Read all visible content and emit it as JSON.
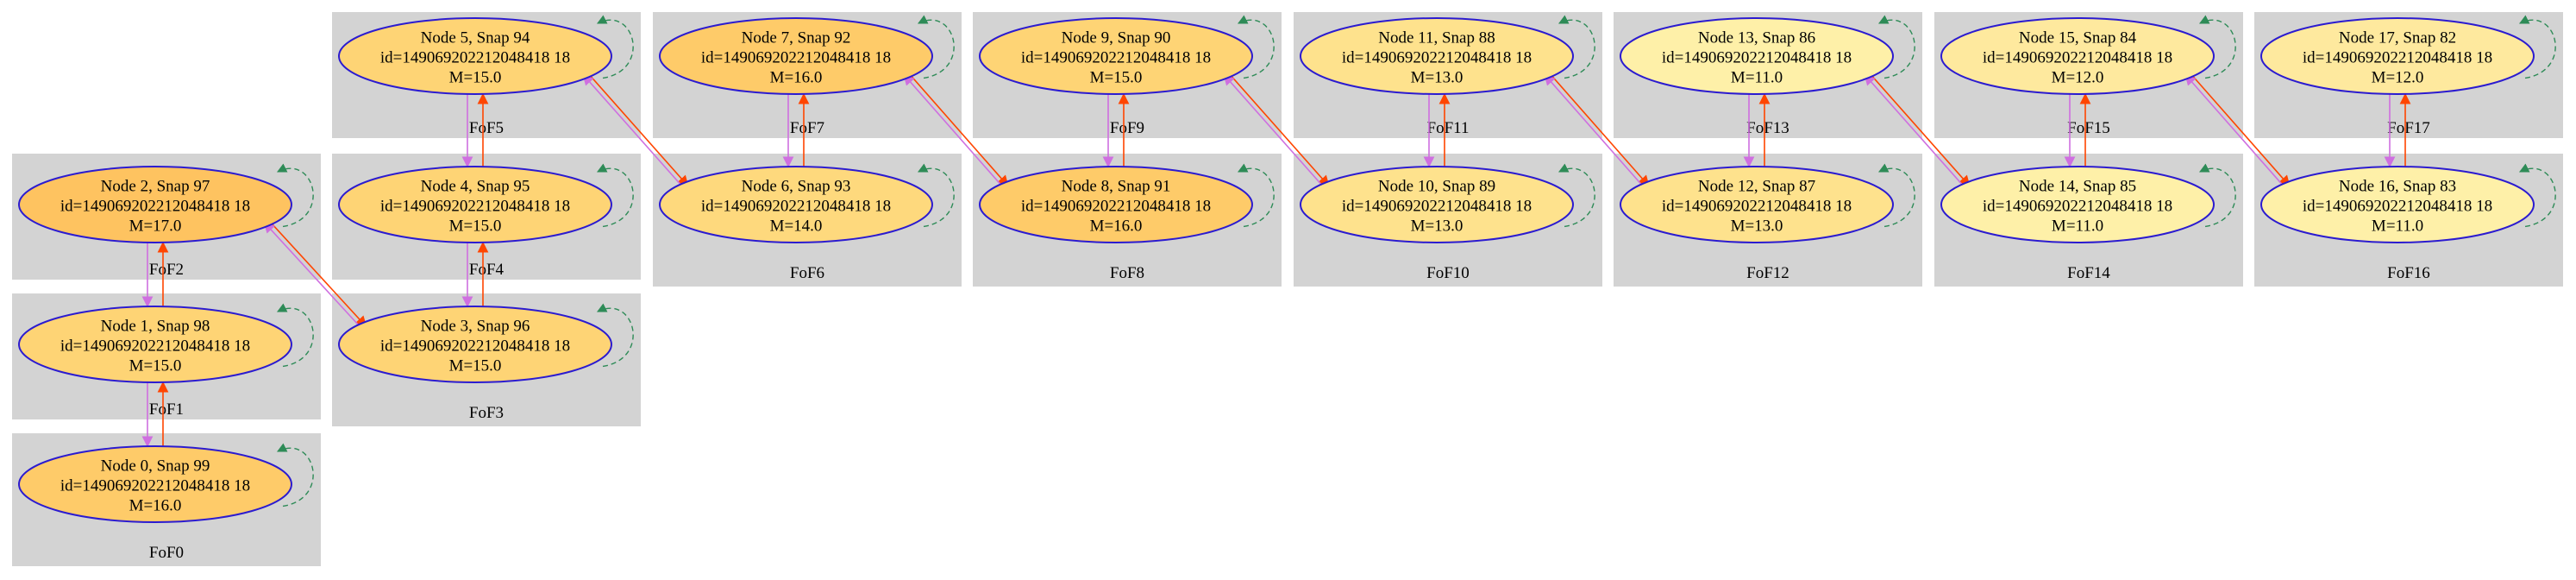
{
  "colors": {
    "cluster_bg": "#d3d3d3",
    "node_border": "#2b1bd0",
    "edge_progenitor": "#ff4500",
    "edge_descendant": "#cf6fe0",
    "edge_self": "#2e8b57",
    "fill_m17": "#fec360",
    "fill_m16": "#fecb69",
    "fill_m15": "#fed475",
    "fill_m14": "#fed97d",
    "fill_m13": "#fee28d",
    "fill_m12": "#fee99e",
    "fill_m11": "#fef0a8"
  },
  "clusters": [
    {
      "id": 0,
      "label": "FoF0"
    },
    {
      "id": 1,
      "label": "FoF1"
    },
    {
      "id": 2,
      "label": "FoF2"
    },
    {
      "id": 3,
      "label": "FoF3"
    },
    {
      "id": 4,
      "label": "FoF4"
    },
    {
      "id": 5,
      "label": "FoF5"
    },
    {
      "id": 6,
      "label": "FoF6"
    },
    {
      "id": 7,
      "label": "FoF7"
    },
    {
      "id": 8,
      "label": "FoF8"
    },
    {
      "id": 9,
      "label": "FoF9"
    },
    {
      "id": 10,
      "label": "FoF10"
    },
    {
      "id": 11,
      "label": "FoF11"
    },
    {
      "id": 12,
      "label": "FoF12"
    },
    {
      "id": 13,
      "label": "FoF13"
    },
    {
      "id": 14,
      "label": "FoF14"
    },
    {
      "id": 15,
      "label": "FoF15"
    },
    {
      "id": 16,
      "label": "FoF16"
    },
    {
      "id": 17,
      "label": "FoF17"
    }
  ],
  "nodes": [
    {
      "id": 0,
      "title": "Node 0, Snap 99",
      "idline": "id=149069202212048418 18",
      "mass": "M=16.0"
    },
    {
      "id": 1,
      "title": "Node 1, Snap 98",
      "idline": "id=149069202212048418 18",
      "mass": "M=15.0"
    },
    {
      "id": 2,
      "title": "Node 2, Snap 97",
      "idline": "id=149069202212048418 18",
      "mass": "M=17.0"
    },
    {
      "id": 3,
      "title": "Node 3, Snap 96",
      "idline": "id=149069202212048418 18",
      "mass": "M=15.0"
    },
    {
      "id": 4,
      "title": "Node 4, Snap 95",
      "idline": "id=149069202212048418 18",
      "mass": "M=15.0"
    },
    {
      "id": 5,
      "title": "Node 5, Snap 94",
      "idline": "id=149069202212048418 18",
      "mass": "M=15.0"
    },
    {
      "id": 6,
      "title": "Node 6, Snap 93",
      "idline": "id=149069202212048418 18",
      "mass": "M=14.0"
    },
    {
      "id": 7,
      "title": "Node 7, Snap 92",
      "idline": "id=149069202212048418 18",
      "mass": "M=16.0"
    },
    {
      "id": 8,
      "title": "Node 8, Snap 91",
      "idline": "id=149069202212048418 18",
      "mass": "M=16.0"
    },
    {
      "id": 9,
      "title": "Node 9, Snap 90",
      "idline": "id=149069202212048418 18",
      "mass": "M=15.0"
    },
    {
      "id": 10,
      "title": "Node 10, Snap 89",
      "idline": "id=149069202212048418 18",
      "mass": "M=13.0"
    },
    {
      "id": 11,
      "title": "Node 11, Snap 88",
      "idline": "id=149069202212048418 18",
      "mass": "M=13.0"
    },
    {
      "id": 12,
      "title": "Node 12, Snap 87",
      "idline": "id=149069202212048418 18",
      "mass": "M=13.0"
    },
    {
      "id": 13,
      "title": "Node 13, Snap 86",
      "idline": "id=149069202212048418 18",
      "mass": "M=11.0"
    },
    {
      "id": 14,
      "title": "Node 14, Snap 85",
      "idline": "id=149069202212048418 18",
      "mass": "M=11.0"
    },
    {
      "id": 15,
      "title": "Node 15, Snap 84",
      "idline": "id=149069202212048418 18",
      "mass": "M=12.0"
    },
    {
      "id": 16,
      "title": "Node 16, Snap 83",
      "idline": "id=149069202212048418 18",
      "mass": "M=11.0"
    },
    {
      "id": 17,
      "title": "Node 17, Snap 82",
      "idline": "id=149069202212048418 18",
      "mass": "M=12.0"
    }
  ]
}
